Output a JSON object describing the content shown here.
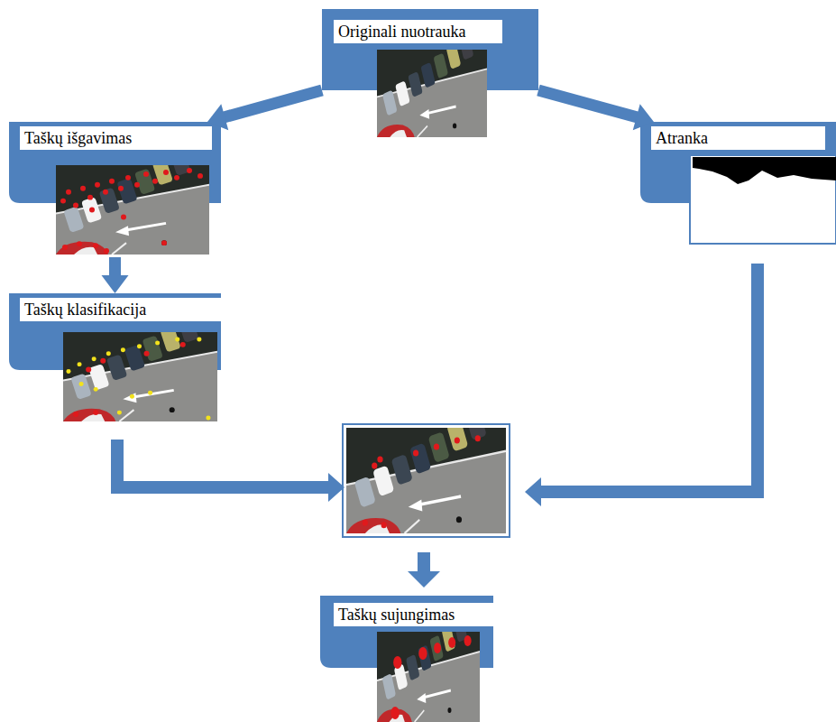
{
  "diagram": {
    "nodes": [
      {
        "text": [
          "Originali nuotrauka"
        ]
      },
      {
        "text": [
          "Taškų išgavimas"
        ]
      },
      {
        "text": [
          "Atranka"
        ]
      },
      {
        "text": [
          "Taškų klasifikacija"
        ]
      },
      {
        "text": [
          "Taškų sujungimas"
        ]
      }
    ],
    "edges": [
      {
        "from": 0,
        "to": 1,
        "arrow": "to"
      },
      {
        "from": 0,
        "to": 2,
        "arrow": "to"
      },
      {
        "from": 1,
        "to": 3,
        "arrow": "to"
      }
    ]
  }
}
